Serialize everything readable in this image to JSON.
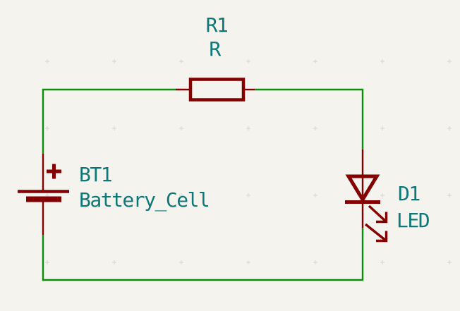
{
  "canvas": {
    "colors": {
      "background": "#F4F3EE",
      "grid_dot": "#DBDBD6",
      "wire": "#0A8F0A",
      "symbol": "#840000",
      "field_text": "#0E7878"
    }
  },
  "components": {
    "resistor": {
      "reference": "R1",
      "value": "R"
    },
    "battery": {
      "reference": "BT1",
      "value": "Battery_Cell"
    },
    "led": {
      "reference": "D1",
      "value": "LED"
    }
  }
}
